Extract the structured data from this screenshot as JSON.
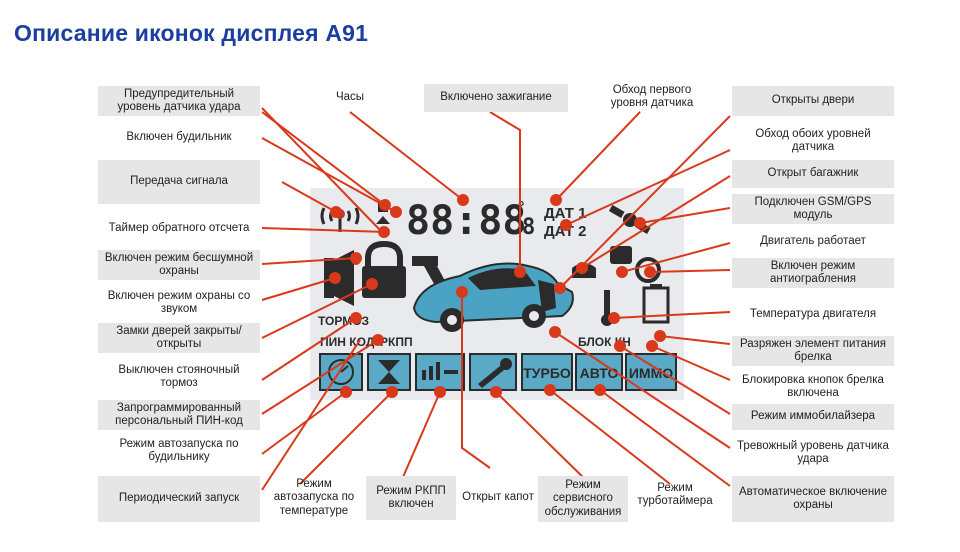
{
  "title": "Описание иконок дисплея  А91",
  "lcd": {
    "clock": "88:88",
    "clock_sup": "°",
    "clock_small": "8",
    "dat1": "ДАТ 1",
    "dat2": "ДАТ 2",
    "tormoz": "ТОРМОЗ",
    "pin": "ПИН КОД",
    "rkpp": "РКПП",
    "blok": "БЛОК КН",
    "turbo": "ТУРБО",
    "avto": "АВТО",
    "immo": "ИММО"
  },
  "labels": {
    "warn_shock": "Предупредительный уровень датчика удара",
    "clock": "Часы",
    "ignition": "Включено зажигание",
    "bypass_first": "Обход первого уровня датчика",
    "doors_open": "Открыты двери",
    "bypass_both": "Обход обоих уровней датчика",
    "trunk": "Открыт багажник",
    "gsm": "Подключен GSM/GPS модуль",
    "engine_on": "Двигатель работает",
    "antirob": "Включен режим антиограбления",
    "engine_temp": "Температура двигателя",
    "battery": "Разряжен элемент питания брелка",
    "key_lock": "Блокировка кнопок брелка включена",
    "immob": "Режим иммобилайзера",
    "alarm_shock": "Тревожный уровень датчика удара",
    "auto_arm": "Автоматическое включение охраны",
    "turbotimer": "Режим турботаймера",
    "service": "Режим сервисного обслуживания",
    "hood": "Открыт капот",
    "rkpp_on": "Режим РКПП включен",
    "temp_start": "Режим автозапуска по температуре",
    "periodic": "Периодический запуск",
    "alarm_start": "Режим автозапуска по будильнику",
    "pin_code": "Запрограммированный персональный ПИН-код",
    "parking_brake": "Выключен стояночный тормоз",
    "locks": "Замки дверей закрыты/открыты",
    "sound_guard": "Включен режим охраны со звуком",
    "silent_guard": "Включен режим бесшумной охраны",
    "countdown": "Таймер обратного отсчета",
    "signal_tx": "Передача сигнала",
    "alarm_clock": "Включен будильник"
  },
  "colors": {
    "title": "#1a3f9e",
    "leader": "#d9391a",
    "lcd_bg": "#e8eaee",
    "label_box": "#e6e6e6",
    "car": "#4aa3c2",
    "dark": "#2b2b2b"
  }
}
